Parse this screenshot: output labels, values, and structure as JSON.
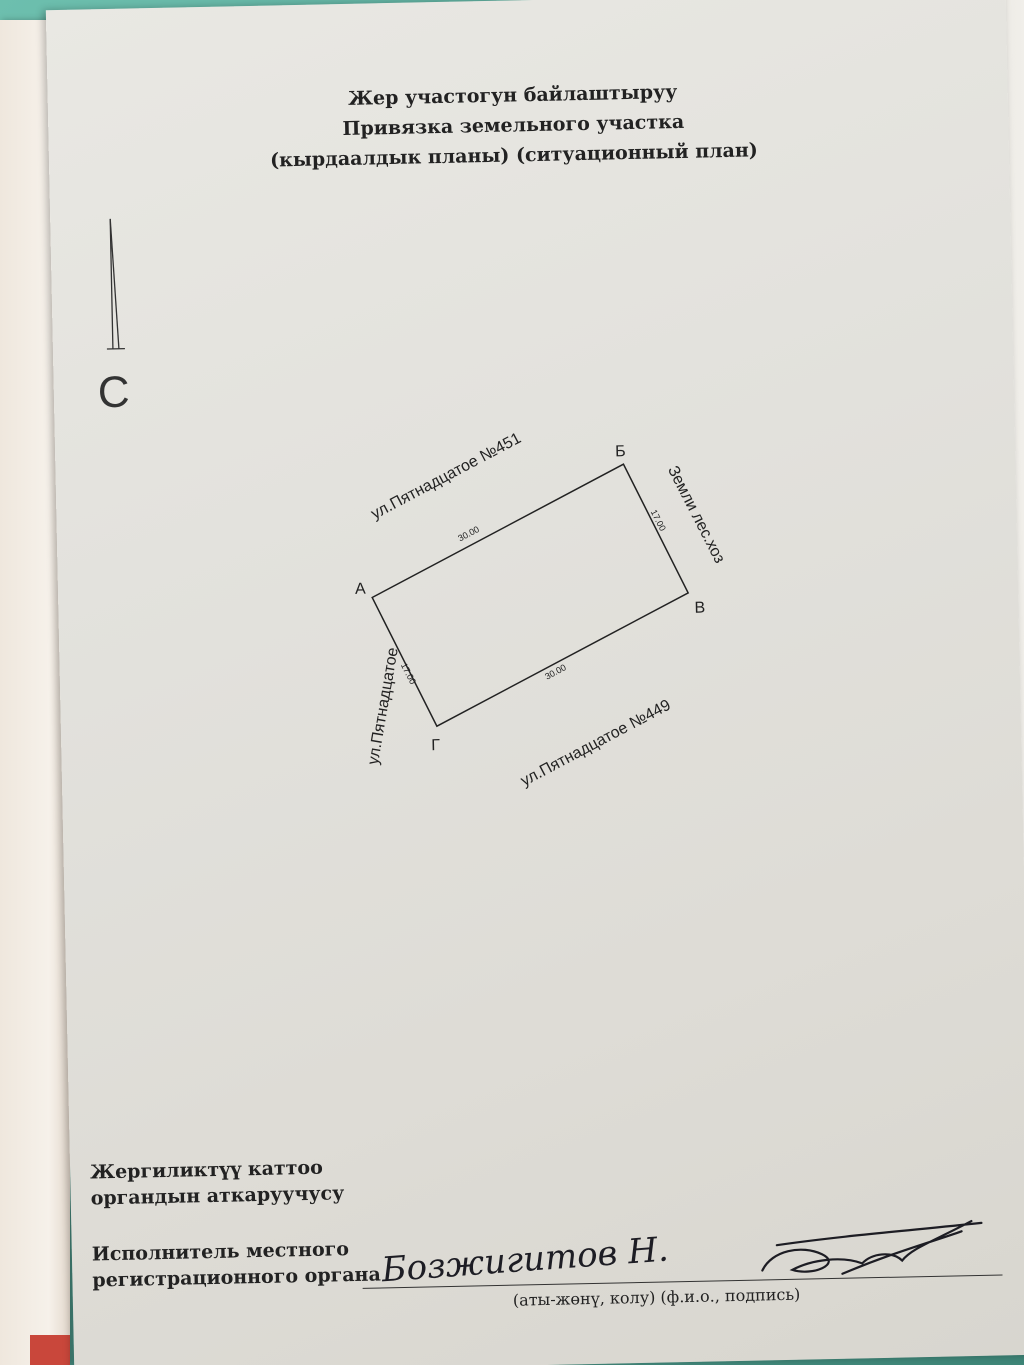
{
  "header": {
    "line1": "Жер участогун байлаштыруу",
    "line2": "Привязка земельного участка",
    "line3": "(кырдаалдык планы) (ситуационный план)"
  },
  "north_arrow": {
    "label": "С",
    "icon": "north-arrow-icon"
  },
  "plot": {
    "vertices": {
      "a": "А",
      "b": "Б",
      "v": "В",
      "g": "Г"
    },
    "dimensions": {
      "ab": "30.00",
      "bv": "17.00",
      "vg": "30.00",
      "ga": "17.00"
    },
    "streets": {
      "top": "ул.Пятнадцатое №451",
      "right": "Земли лес.хоз",
      "bottom": "ул.Пятнадцатое №449",
      "left": "ул.Пятнадцатое"
    }
  },
  "signature": {
    "block1_line1": "Жергиликтүү каттоо",
    "block1_line2": "органдын аткаруучусу",
    "block2_line1": "Исполнитель местного",
    "block2_line2": "регистрационного органа",
    "handwritten_name": "Бозжигитов Н.",
    "caption": "(аты-жөнү, колу)  (ф.и.о., подпись)"
  }
}
